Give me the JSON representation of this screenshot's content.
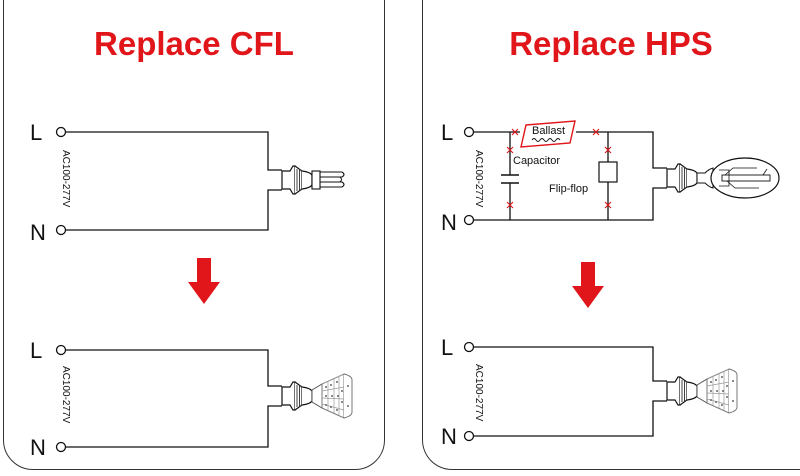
{
  "panels": {
    "left": {
      "title": "Replace CFL"
    },
    "right": {
      "title": "Replace HPS"
    }
  },
  "terminals": {
    "line": "L",
    "neutral": "N"
  },
  "voltage_label": "AC100-277V",
  "components": {
    "ballast": "Ballast",
    "capacitor": "Capacitor",
    "flip_flop": "Flip-flop"
  },
  "colors": {
    "accent": "#e1161b",
    "line": "#111111"
  },
  "icons": [
    "down-arrow-icon",
    "cfl-bulb-icon",
    "led-corn-bulb-icon",
    "hps-bulb-icon",
    "cut-mark-icon"
  ]
}
